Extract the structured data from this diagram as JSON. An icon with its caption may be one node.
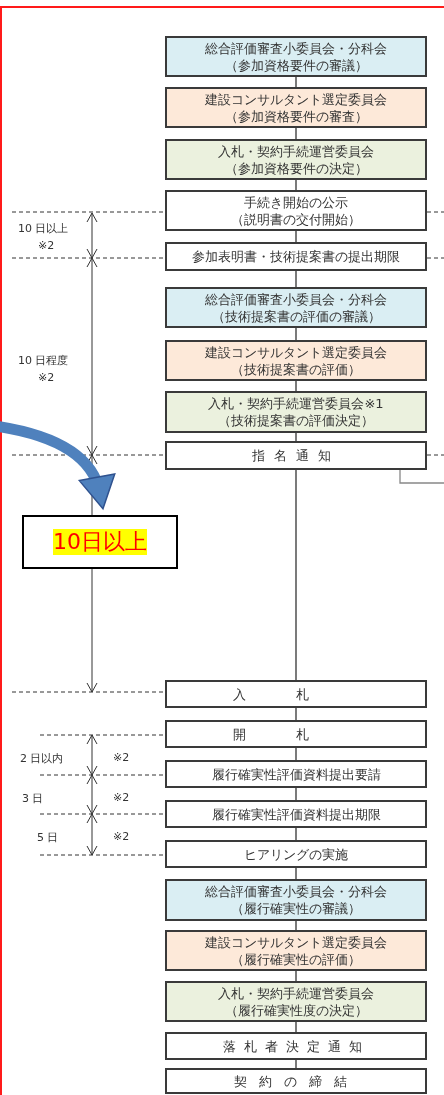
{
  "diagram": {
    "nodes": [
      {
        "text": [
          "総合評価審査小委員会・分科会",
          "（参加資格要件の審議）"
        ]
      },
      {
        "text": [
          "建設コンサルタント選定委員会",
          "（参加資格要件の審査）"
        ]
      },
      {
        "text": [
          "入札・契約手続運営委員会",
          "（参加資格要件の決定）"
        ]
      },
      {
        "text": [
          "手続き開始の公示",
          "（説明書の交付開始）"
        ]
      },
      {
        "text": [
          "参加表明書・技術提案書の提出期限"
        ]
      },
      {
        "text": [
          "総合評価審査小委員会・分科会",
          "（技術提案書の評価の審議）"
        ]
      },
      {
        "text": [
          "建設コンサルタント選定委員会",
          "（技術提案書の評価）"
        ]
      },
      {
        "text": [
          "入札・契約手続運営委員会※1",
          "（技術提案書の評価決定）"
        ]
      },
      {
        "text": [
          "指名通知"
        ]
      },
      {
        "text": [
          "入札"
        ]
      },
      {
        "text": [
          "開札"
        ]
      },
      {
        "text": [
          "履行確実性評価資料提出要請"
        ]
      },
      {
        "text": [
          "履行確実性評価資料提出期限"
        ]
      },
      {
        "text": [
          "ヒアリングの実施"
        ]
      },
      {
        "text": [
          "総合評価審査小委員会・分科会",
          "（履行確実性の審議）"
        ]
      },
      {
        "text": [
          "建設コンサルタント選定委員会",
          "（履行確実性の評価）"
        ]
      },
      {
        "text": [
          "入札・契約手続運営委員会",
          "（履行確実性度の決定）"
        ]
      },
      {
        "text": [
          "落札者決定通知"
        ]
      },
      {
        "text": [
          "契約の締結"
        ]
      },
      {
        "text": [
          "10日以上"
        ]
      }
    ],
    "edges": [
      {
        "from": 0,
        "to": 1,
        "arrow": "none"
      },
      {
        "from": 1,
        "to": 2,
        "arrow": "none"
      },
      {
        "from": 2,
        "to": 3,
        "arrow": "none"
      },
      {
        "from": 3,
        "to": 4,
        "arrow": "none"
      },
      {
        "from": 4,
        "to": 5,
        "arrow": "none"
      },
      {
        "from": 5,
        "to": 6,
        "arrow": "none"
      },
      {
        "from": 6,
        "to": 7,
        "arrow": "none"
      },
      {
        "from": 7,
        "to": 8,
        "arrow": "none"
      },
      {
        "from": 8,
        "to": 9,
        "arrow": "none"
      },
      {
        "from": 9,
        "to": 10,
        "arrow": "none"
      },
      {
        "from": 10,
        "to": 11,
        "arrow": "none"
      },
      {
        "from": 11,
        "to": 12,
        "arrow": "none"
      },
      {
        "from": 12,
        "to": 13,
        "arrow": "none"
      },
      {
        "from": 13,
        "to": 14,
        "arrow": "none"
      },
      {
        "from": 14,
        "to": 15,
        "arrow": "none"
      },
      {
        "from": 15,
        "to": 16,
        "arrow": "none"
      },
      {
        "from": 16,
        "to": 17,
        "arrow": "none"
      },
      {
        "from": 17,
        "to": 18,
        "arrow": "none"
      },
      {
        "from": 8,
        "to": null,
        "arrow": "none",
        "color": "#888888"
      },
      {
        "from": null,
        "to": 19,
        "arrow": "to",
        "style": "thick",
        "color": "#4f81bd"
      }
    ],
    "labels": [
      "10 日以上",
      "※2",
      "10 日程度",
      "※2",
      "2 日以内",
      "※2",
      "3 日",
      "※2",
      "5 日",
      "※2"
    ]
  }
}
